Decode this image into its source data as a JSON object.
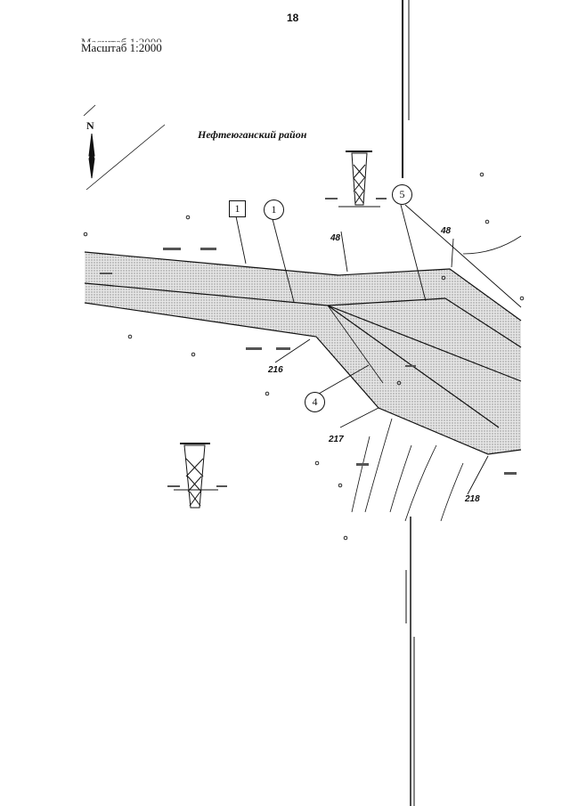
{
  "page_number": "18",
  "scale_text": "Масштаб 1:2000",
  "district_name": "Нефтеюганский район",
  "north_arrow_letter": "N",
  "markers": {
    "square_1": "1",
    "circle_1": "1",
    "circle_5": "5",
    "circle_4": "4"
  },
  "point_labels": {
    "p48a": "48",
    "p48b": "48",
    "p216": "216",
    "p217": "217",
    "p218": "218"
  },
  "colors": {
    "line": "#111111",
    "hatch": "#b9b9b9",
    "background": "#ffffff"
  }
}
